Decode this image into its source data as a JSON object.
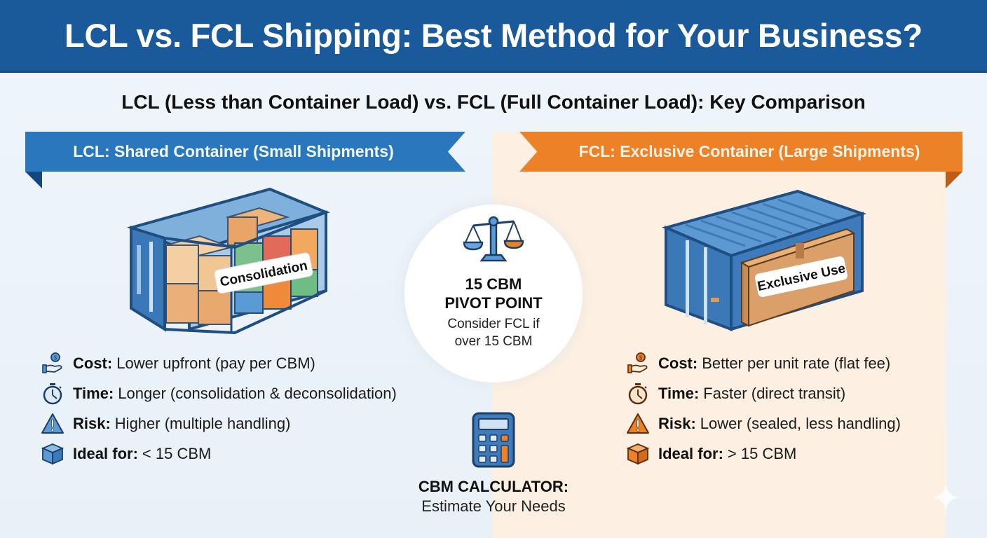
{
  "header": {
    "title": "LCL vs. FCL Shipping: Best Method for Your Business?"
  },
  "subtitle": "LCL (Less than Container Load) vs. FCL (Full Container Load): Key Comparison",
  "colors": {
    "header_blue": "#1b5a9a",
    "lcl_blue": "#2a77bd",
    "fcl_orange": "#ec8128",
    "fcl_panel_bg": "#fdf0e3",
    "page_bg": "#eef5fb"
  },
  "lcl": {
    "ribbon_label": "LCL: Shared Container (Small Shipments)",
    "illustration_label": "Consolidation",
    "features": [
      {
        "icon": "hand-coin-icon",
        "label": "Cost:",
        "value": "Lower upfront (pay per CBM)"
      },
      {
        "icon": "stopwatch-icon",
        "label": "Time:",
        "value": "Longer (consolidation & deconsolidation)"
      },
      {
        "icon": "warning-icon",
        "label": "Risk:",
        "value": "Higher (multiple handling)"
      },
      {
        "icon": "box-icon",
        "label": "Ideal for:",
        "value": "< 15 CBM"
      }
    ]
  },
  "fcl": {
    "ribbon_label": "FCL: Exclusive Container (Large Shipments)",
    "illustration_label": "Exclusive Use",
    "features": [
      {
        "icon": "hand-coin-icon",
        "label": "Cost:",
        "value": "Better per unit rate (flat fee)"
      },
      {
        "icon": "stopwatch-icon",
        "label": "Time:",
        "value": "Faster (direct transit)"
      },
      {
        "icon": "warning-icon",
        "label": "Risk:",
        "value": "Lower (sealed, less handling)"
      },
      {
        "icon": "box-icon",
        "label": "Ideal for:",
        "value": "> 15 CBM"
      }
    ]
  },
  "pivot": {
    "icon": "balance-scale-icon",
    "title_line1": "15 CBM",
    "title_line2": "PIVOT POINT",
    "desc_line1": "Consider FCL if",
    "desc_line2": "over 15 CBM"
  },
  "calculator": {
    "icon": "calculator-icon",
    "title": "CBM CALCULATOR:",
    "subtitle": "Estimate Your Needs"
  }
}
